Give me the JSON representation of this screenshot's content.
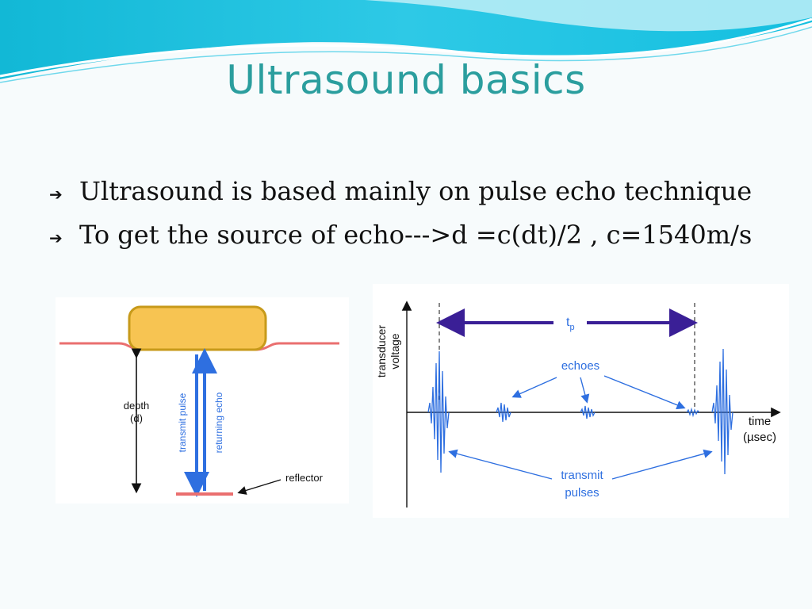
{
  "slide": {
    "title": "Ultrasound basics",
    "bullets": [
      "Ultrasound is based mainly on pulse echo technique",
      "To get the source of echo--->d =c(dt)/2 , c=1540m/s"
    ]
  },
  "figure_left": {
    "depth_label_line1": "depth",
    "depth_label_line2": "(d)",
    "transmit_label": "transmit pulse",
    "returning_label": "returning echo",
    "reflector_label": "reflector"
  },
  "figure_right": {
    "y_axis_line1": "transducer",
    "y_axis_line2": "voltage",
    "tp_label": "t",
    "tp_sub": "p",
    "echoes_label": "echoes",
    "x_axis_line1": "time",
    "x_axis_line2": "(µsec)",
    "transmit_line1": "transmit",
    "transmit_line2": "pulses"
  },
  "colors": {
    "title": "#2b9e9e",
    "diagram_blue": "#2e6fe0",
    "tp_arrow": "#3a1f96",
    "transducer_fill": "#f7c452",
    "skin_line": "#ea6f6f"
  }
}
